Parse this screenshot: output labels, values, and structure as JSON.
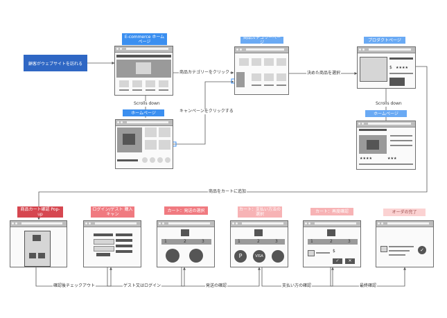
{
  "start": {
    "label": "顧客がウェブサイトを訪れる"
  },
  "pages": {
    "ecommerce_home": "E-commerce ホームページ",
    "home": "ホームページ",
    "product_category": "商品カテゴリーページ",
    "product": "プロダクトページ",
    "home2": "ホームページ"
  },
  "steps": {
    "cart_confirm_popup": "商品カート確認 Pop-up",
    "login_guest": "ログイン/ゲスト 購入キャン",
    "cart_shipping": "カート：発送の選択",
    "cart_payment": "カート：支払い方法の 選択",
    "cart_reconfirm": "カート：再度確認",
    "order_complete": "オーダの完了"
  },
  "edges": {
    "scrolls_down_1": "Scrolls down",
    "click_category": "商品カテゴリーをクリック",
    "click_campaign": "キャンペーンをクリックする",
    "select_product": "決めた商品を選択",
    "scrolls_down_2": "Scrolls down",
    "add_to_cart": "商品をカートに追加",
    "checkout_after_confirm": "確認後チェックアウト",
    "guest_or_login": "ゲスト又はログイン",
    "confirm_shipping": "発送の確認",
    "confirm_payment": "支払い方の確認",
    "final_confirm": "最終確認"
  },
  "wire_text": {
    "step1": "1",
    "step2": "2",
    "step3": "3",
    "rating": "★★★★",
    "rating_short": "★★★",
    "paypal": "P",
    "visa": "VISA",
    "dollar": "$",
    "close": "✕",
    "check": "✓"
  },
  "colors": {
    "primary_blue": "#2f67c4",
    "accent_blue": "#3b8ff0",
    "accent_red": "#d64750",
    "wire_dark": "#555555"
  }
}
